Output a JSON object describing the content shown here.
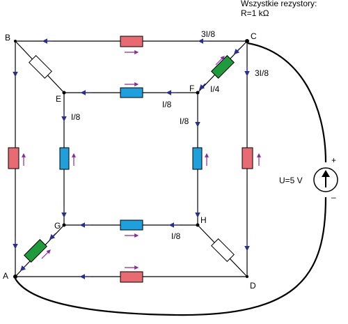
{
  "note": {
    "line1": "Wszystkie rezystory:",
    "line2": "R=1 kΩ"
  },
  "nodes": {
    "A": "A",
    "B": "B",
    "C": "C",
    "D": "D",
    "E": "E",
    "F": "F",
    "G": "G",
    "H": "H"
  },
  "currents": {
    "bc": "3I/8",
    "cd": "3I/8",
    "cf": "I/4",
    "fe": "I/8",
    "fh": "I/8",
    "eg": "I/8",
    "hg": "I/8"
  },
  "source": {
    "label": "U=5 V",
    "plus": "+",
    "minus": "–"
  },
  "colors": {
    "wire": "#000000",
    "arrow_blue": "#2a2f8c",
    "arrow_purple": "#8b2a9e",
    "resistor_red": "#e86a72",
    "resistor_blue": "#1fa0dc",
    "resistor_green": "#1f9a3c",
    "resistor_white": "#ffffff"
  }
}
